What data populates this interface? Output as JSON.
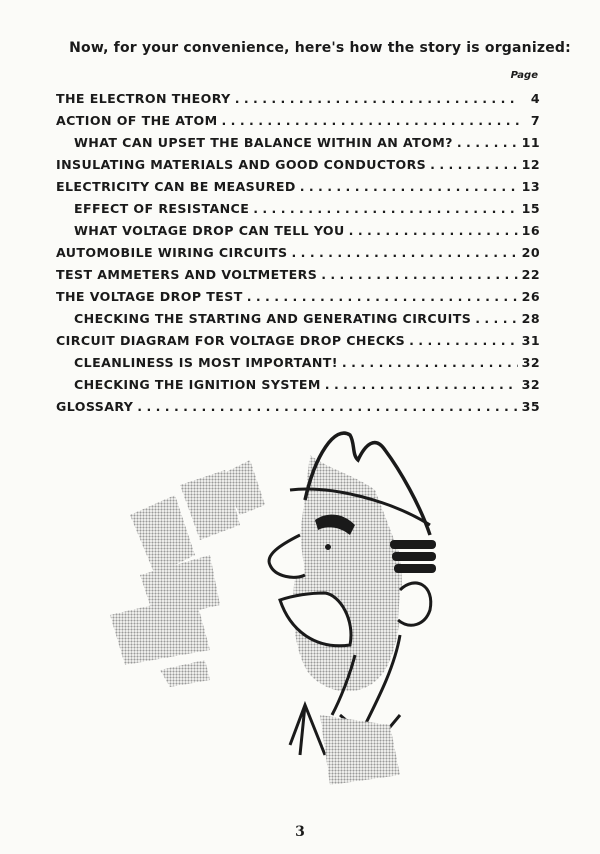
{
  "intro": "Now, for your convenience, here's how the story is organized:",
  "page_heading": "Page",
  "toc": [
    {
      "title": "THE ELECTRON THEORY",
      "page": "4",
      "indent": false
    },
    {
      "title": "ACTION OF THE ATOM",
      "page": "7",
      "indent": false
    },
    {
      "title": "WHAT CAN UPSET THE BALANCE WITHIN AN ATOM?",
      "page": "11",
      "indent": true
    },
    {
      "title": "INSULATING MATERIALS AND GOOD CONDUCTORS",
      "page": "12",
      "indent": false
    },
    {
      "title": "ELECTRICITY CAN BE MEASURED",
      "page": "13",
      "indent": false
    },
    {
      "title": "EFFECT OF RESISTANCE",
      "page": "15",
      "indent": true
    },
    {
      "title": "WHAT VOLTAGE DROP CAN TELL YOU",
      "page": "16",
      "indent": true
    },
    {
      "title": "AUTOMOBILE WIRING CIRCUITS",
      "page": "20",
      "indent": false
    },
    {
      "title": "TEST AMMETERS AND VOLTMETERS",
      "page": "22",
      "indent": false
    },
    {
      "title": "THE VOLTAGE DROP TEST",
      "page": "26",
      "indent": false
    },
    {
      "title": "CHECKING THE STARTING AND GENERATING CIRCUITS",
      "page": "28",
      "indent": true
    },
    {
      "title": "CIRCUIT DIAGRAM FOR VOLTAGE DROP CHECKS",
      "page": "31",
      "indent": false
    },
    {
      "title": "CLEANLINESS IS MOST IMPORTANT!",
      "page": "32",
      "indent": true
    },
    {
      "title": "CHECKING THE IGNITION SYSTEM",
      "page": "32",
      "indent": true
    },
    {
      "title": "GLOSSARY",
      "page": "35",
      "indent": false
    }
  ],
  "folio": "3",
  "colors": {
    "ink": "#1a1a1a",
    "halftone": "#b4b4b4",
    "paper": "#fbfbf8"
  }
}
